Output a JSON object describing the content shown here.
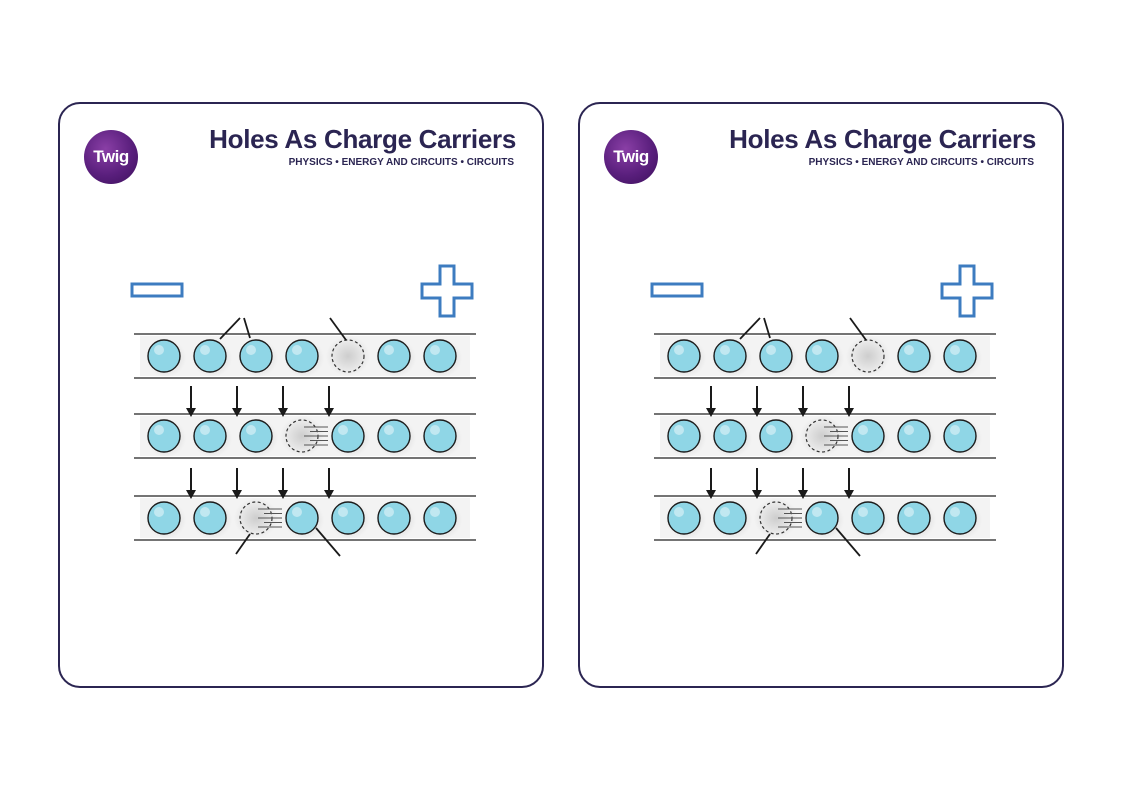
{
  "cards": [
    {
      "logo": "Twig",
      "title": "Holes As Charge Carriers",
      "subtitle": "PHYSICS • ENERGY AND CIRCUITS • CIRCUITS"
    },
    {
      "logo": "Twig",
      "title": "Holes As Charge Carriers",
      "subtitle": "PHYSICS • ENERGY AND CIRCUITS • CIRCUITS"
    }
  ],
  "diagram": {
    "positions_per_row": 7,
    "hole_positions": [
      4,
      3,
      2
    ],
    "symbols": {
      "negative": "minus-sign",
      "positive": "plus-sign"
    },
    "colors": {
      "frame": "#2b2552",
      "sign": "#3d7cc0",
      "electron_fill": "#8fd6e6",
      "electron_stroke": "#1c1c1c",
      "hole_stroke": "#333333"
    }
  }
}
